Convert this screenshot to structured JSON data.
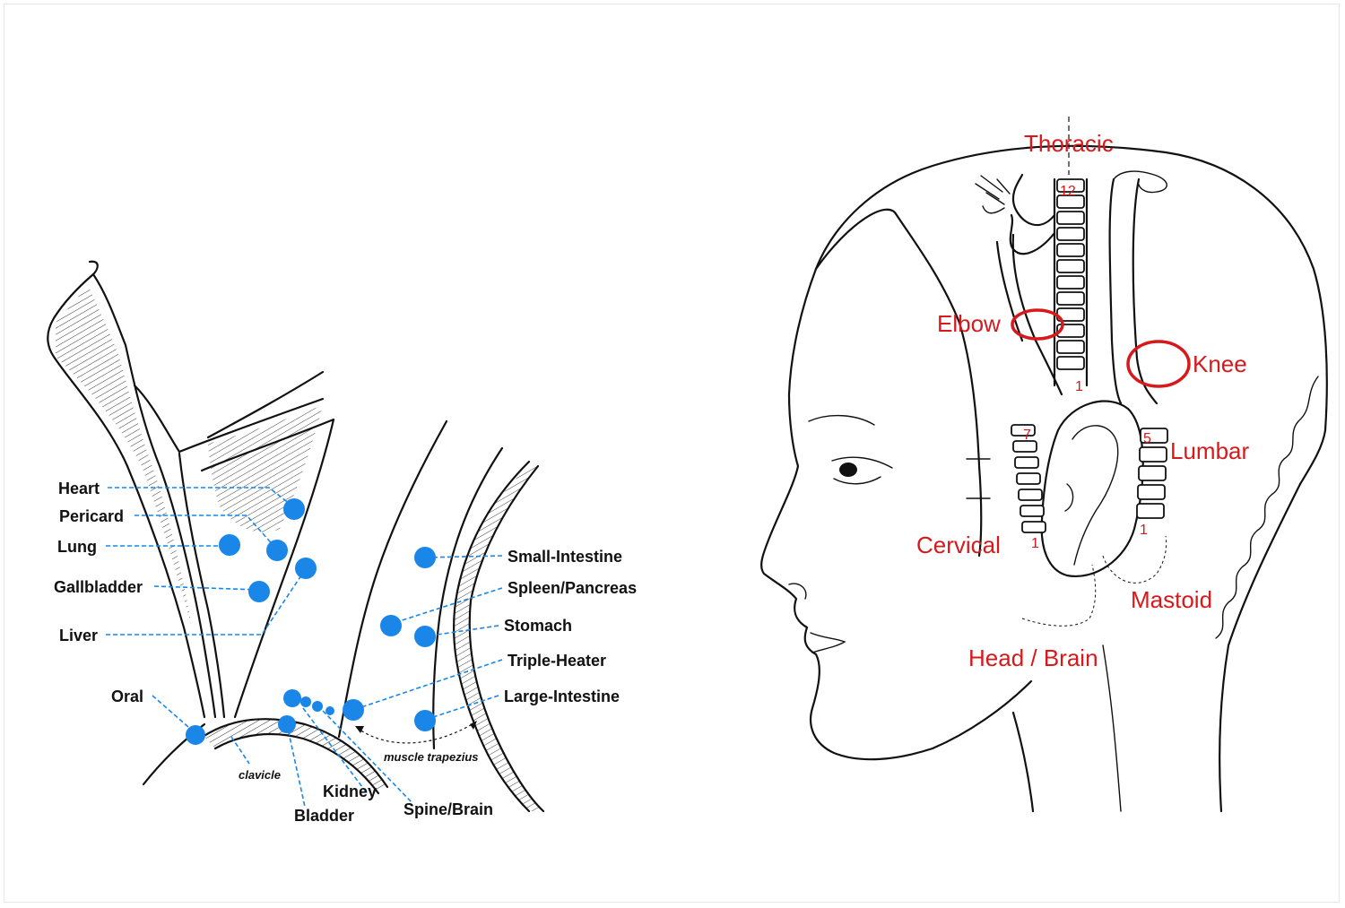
{
  "colors": {
    "marker": "#1a86e8",
    "accent_red": "#d7191c",
    "ink": "#111111"
  },
  "neck": {
    "organs": [
      {
        "label": "Heart"
      },
      {
        "label": "Pericard"
      },
      {
        "label": "Lung"
      },
      {
        "label": "Gallbladder"
      },
      {
        "label": "Liver"
      },
      {
        "label": "Oral"
      },
      {
        "label": "Small-Intestine"
      },
      {
        "label": "Spleen/Pancreas"
      },
      {
        "label": "Stomach"
      },
      {
        "label": "Triple-Heater"
      },
      {
        "label": "Large-Intestine"
      },
      {
        "label": "Kidney"
      },
      {
        "label": "Bladder"
      },
      {
        "label": "Spine/Brain"
      }
    ],
    "anatomy_notes": {
      "clavicle": "clavicle",
      "trapezius": "muscle trapezius"
    }
  },
  "head": {
    "regions": {
      "thoracic": "Thoracic",
      "elbow": "Elbow",
      "knee": "Knee",
      "lumbar": "Lumbar",
      "cervical": "Cervical",
      "mastoid": "Mastoid",
      "head_brain": "Head / Brain"
    },
    "vertebra_numbers": {
      "thoracic_top": "12",
      "thoracic_bottom": "1",
      "cervical_top": "7",
      "cervical_bottom": "1",
      "lumbar_top": "5",
      "lumbar_bottom": "1"
    }
  }
}
